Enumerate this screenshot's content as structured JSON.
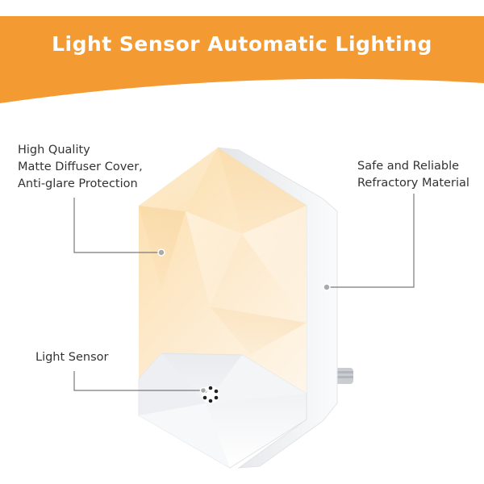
{
  "banner": {
    "title": "Light Sensor Automatic Lighting",
    "color": "#F39A32"
  },
  "callouts": {
    "cover": {
      "lines": [
        "High Quality",
        "Matte Diffuser Cover,",
        "Anti-glare Protection"
      ]
    },
    "material": {
      "lines": [
        "Safe and Reliable",
        "Refractory Material"
      ]
    },
    "sensor": {
      "label": "Light Sensor"
    }
  },
  "colors": {
    "glow": "#FCE3B8",
    "housing": "#F2F3F5",
    "leader_line": "#7A7A7A",
    "text": "#333333"
  }
}
